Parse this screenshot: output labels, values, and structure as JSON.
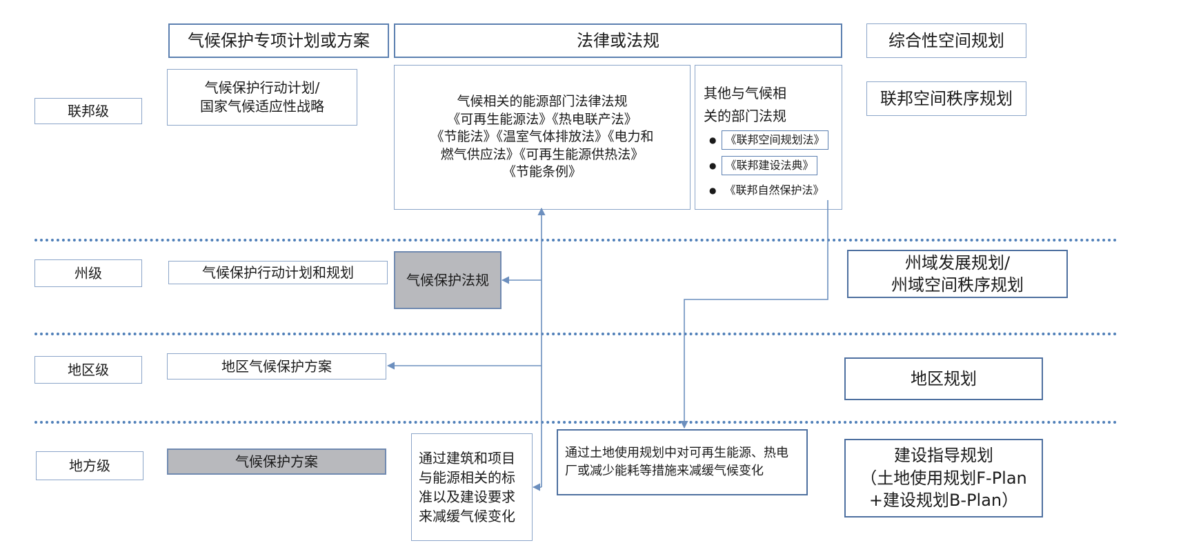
{
  "columns": {
    "plans": "气候保护专项计划或方案",
    "laws": "法律或法规",
    "spatial": "综合性空间规划"
  },
  "levels": {
    "federal": "联邦级",
    "state": "州级",
    "regional": "地区级",
    "local": "地方级"
  },
  "federal": {
    "plan": [
      "气候保护行动计划/",
      "国家气候适应性战略"
    ],
    "energy_laws": [
      "气候相关的能源部门法律法规",
      "《可再生能源法》《热电联产法》",
      "《节能法》《温室气体排放法》《电力和",
      "燃气供应法》《可再生能源供热法》",
      "《节能条例》"
    ],
    "other_laws_title": [
      "其他与气候相",
      "关的部门法规"
    ],
    "other_laws_items": [
      "《联邦空间规划法》",
      "《联邦建设法典》",
      "《联邦自然保护法》"
    ],
    "spatial": "联邦空间秩序规划"
  },
  "state": {
    "plan": "气候保护行动计划和规划",
    "law": "气候保护法规",
    "spatial": [
      "州域发展规划/",
      "州域空间秩序规划"
    ]
  },
  "regional": {
    "plan": "地区气候保护方案",
    "spatial": "地区规划"
  },
  "local": {
    "plan": "气候保护方案",
    "building_measures": "通过建筑和项目与能源相关的标准以及建设要求来减缓气候变化",
    "land_measures": "通过土地使用规划中对可再生能源、热电厂或减少能耗等措施来减缓气候变化",
    "spatial": [
      "建设指导规划",
      "（土地使用规划F-Plan",
      "+建设规划B-Plan）"
    ]
  },
  "colors": {
    "border": "#5b7fb0",
    "separator": "#4f7fb8",
    "gray_fill": "#b8b9bd",
    "arrow": "#6c8fbe"
  }
}
